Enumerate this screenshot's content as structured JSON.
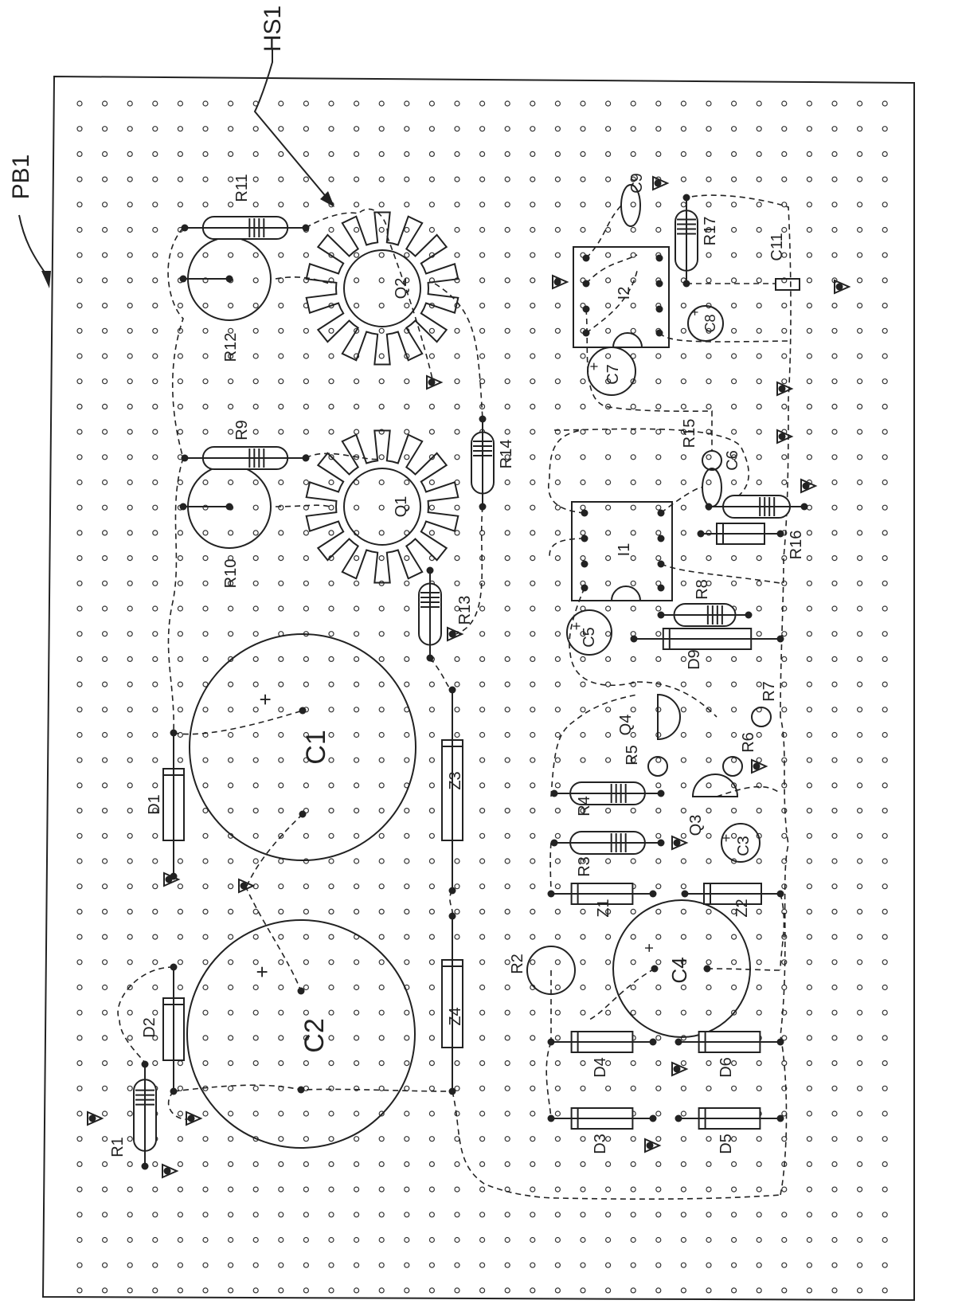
{
  "figure": {
    "board_label": "PB1",
    "heatsink_label": "HS1",
    "ink_color": "#222222",
    "background_color": "#ffffff"
  },
  "components": {
    "resistors": [
      "R1",
      "R2",
      "R3",
      "R4",
      "R5",
      "R6",
      "R7",
      "R8",
      "R9",
      "R10",
      "R11",
      "R12",
      "R13",
      "R14",
      "R15",
      "R16",
      "R17"
    ],
    "capacitors": [
      "C1",
      "C2",
      "C3",
      "C4",
      "C5",
      "C6",
      "C7",
      "C8",
      "C9",
      "C11"
    ],
    "diodes": [
      "D1",
      "D2",
      "D3",
      "D4",
      "D5",
      "D6",
      "D9"
    ],
    "zeners": [
      "Z1",
      "Z2",
      "Z3",
      "Z4"
    ],
    "transistors": [
      "Q1",
      "Q2",
      "Q3",
      "Q4"
    ],
    "ics": [
      "I1",
      "I2"
    ],
    "polarity_mark": "+"
  }
}
